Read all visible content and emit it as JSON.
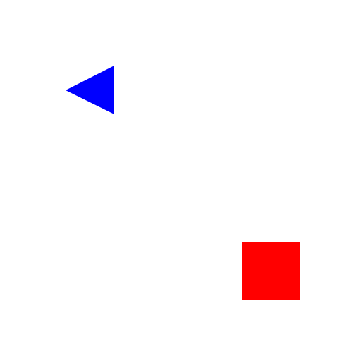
{
  "canvas": {
    "background_color": "#ffffff"
  },
  "shapes": [
    {
      "kind": "triangle",
      "direction": "left",
      "color": "#0000ff"
    },
    {
      "kind": "square",
      "color": "#ff0000"
    }
  ]
}
